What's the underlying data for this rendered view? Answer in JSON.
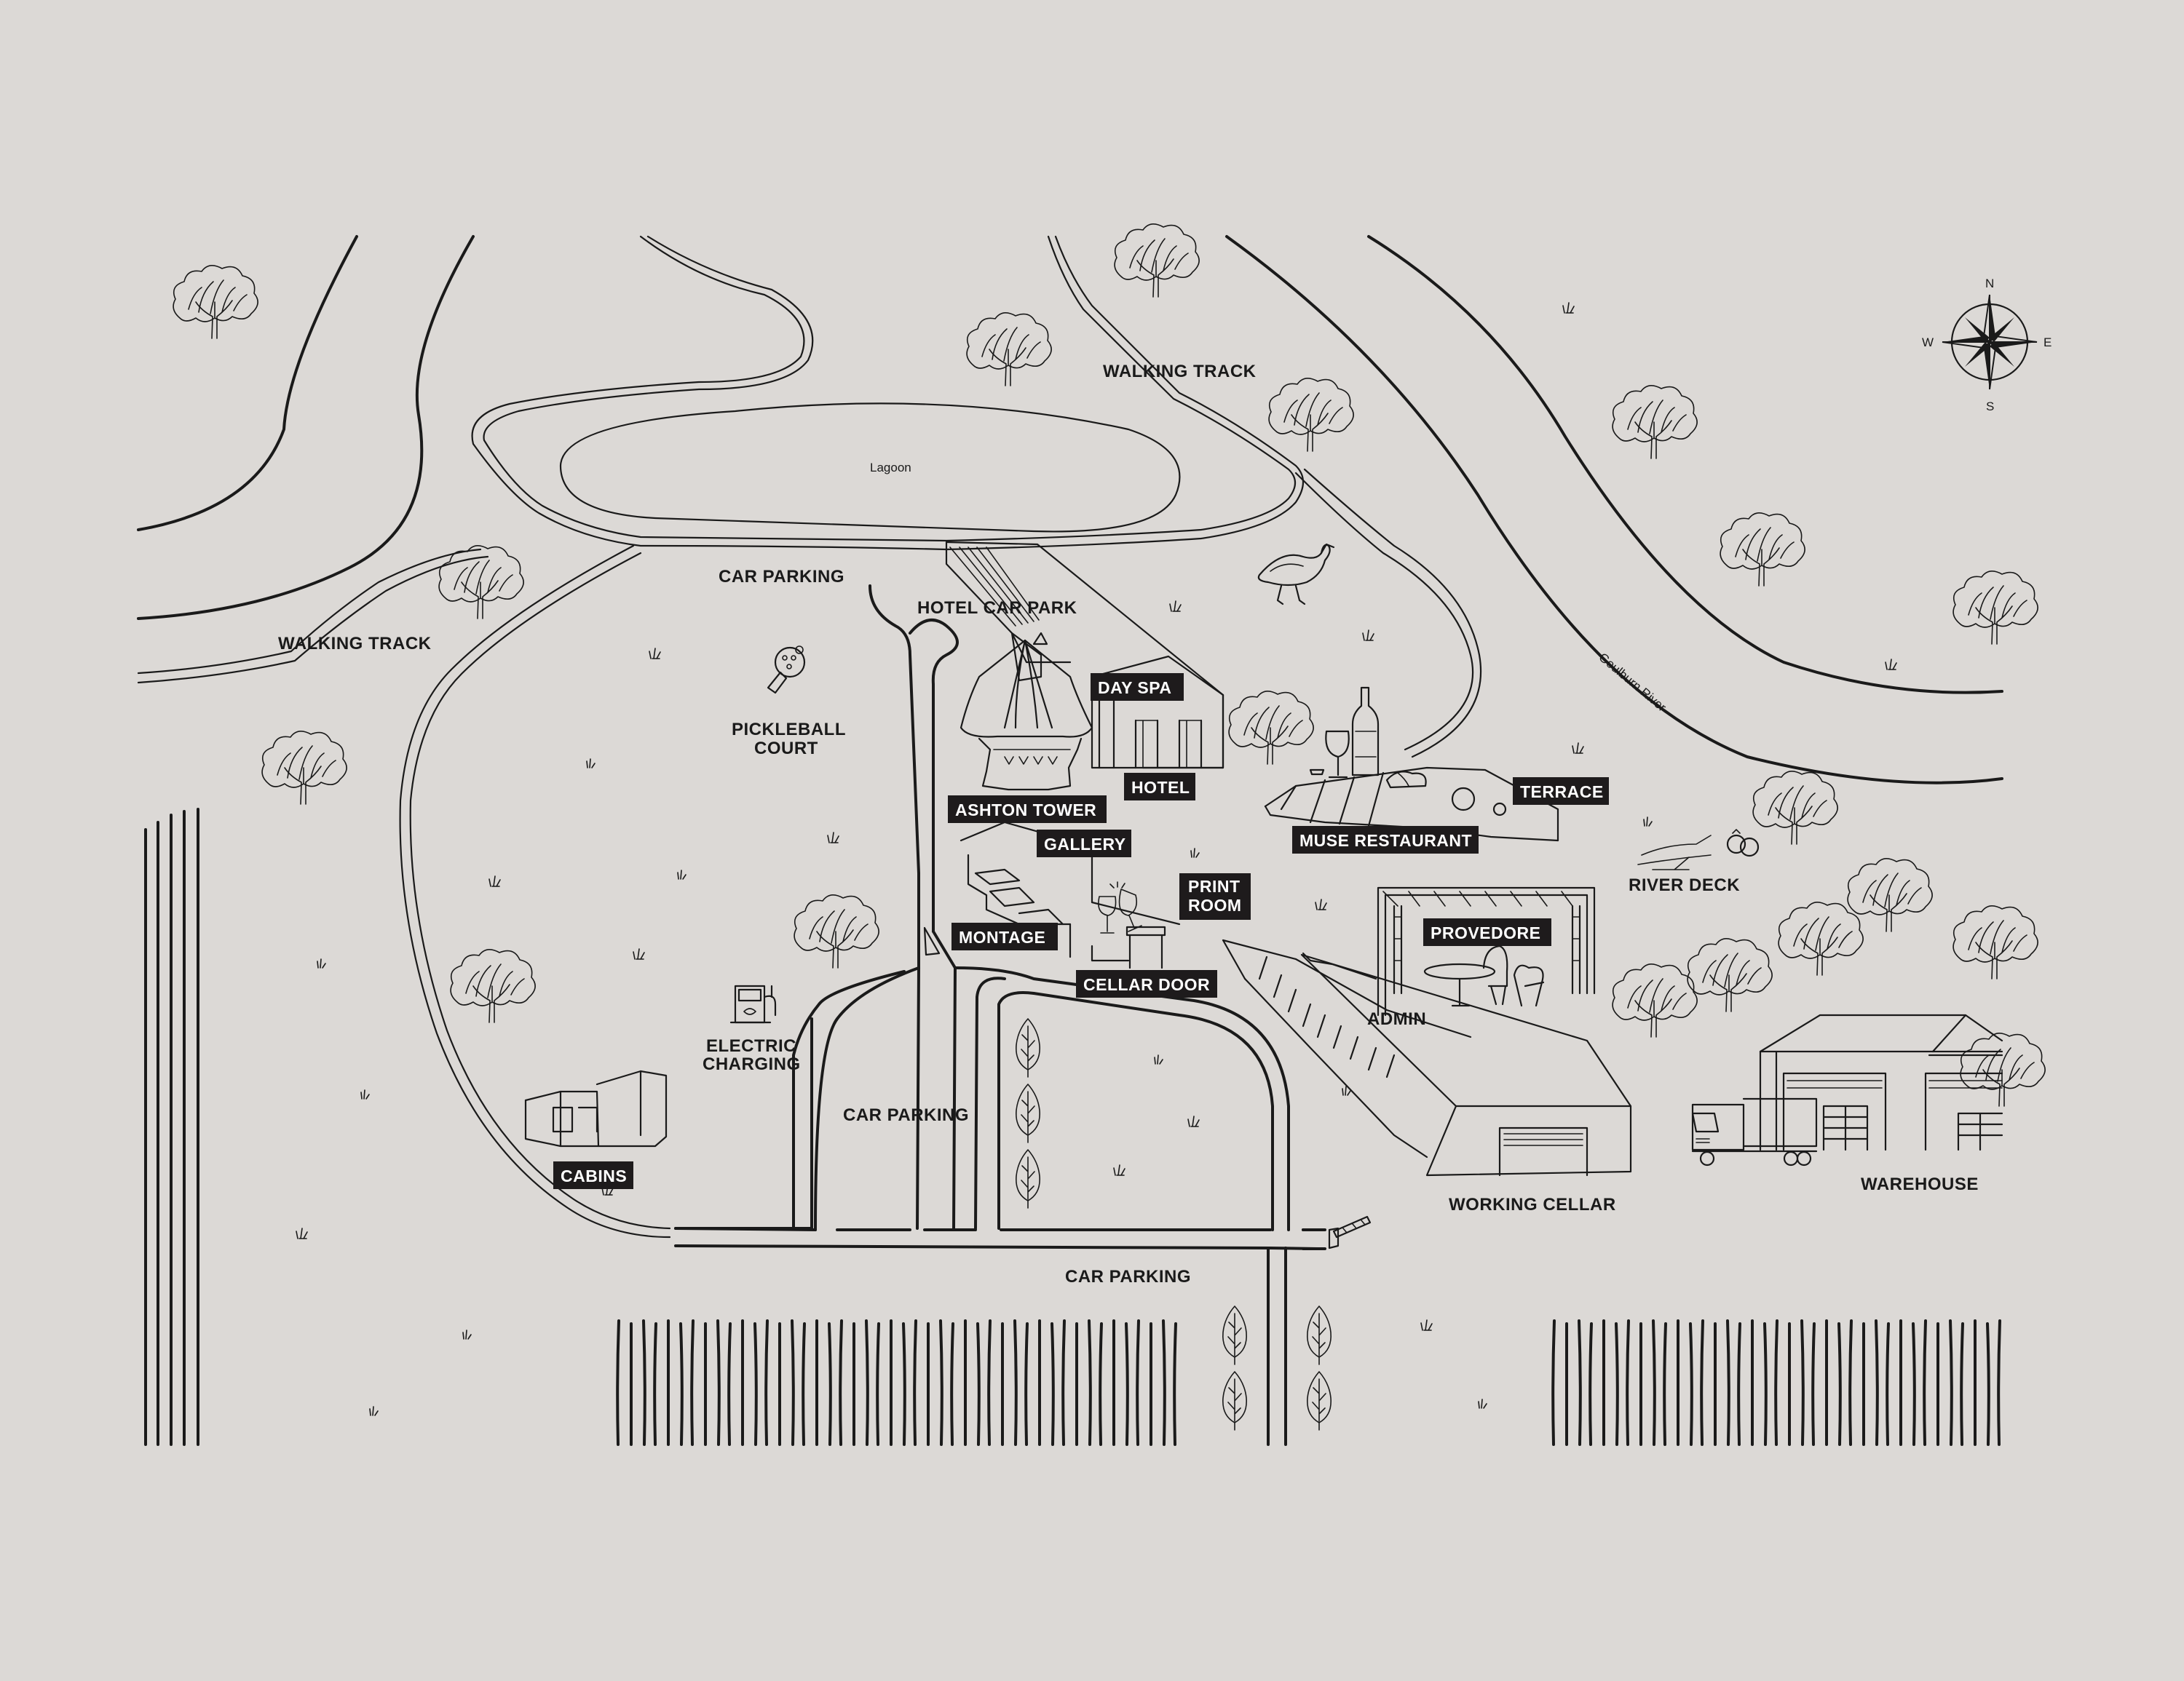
{
  "map": {
    "compass": {
      "n": "N",
      "s": "S",
      "e": "E",
      "w": "W"
    },
    "labels": {
      "lagoon": "Lagoon",
      "goulburn_river": "Goulburn River",
      "walking_track_top": "WALKING TRACK",
      "walking_track_left": "WALKING TRACK",
      "car_parking_top": "CAR PARKING",
      "hotel_car_park": "HOTEL CAR PARK",
      "pickleball_line1": "PICKLEBALL",
      "pickleball_line2": "COURT",
      "electric_line1": "ELECTRIC",
      "electric_line2": "CHARGING",
      "car_parking_middle": "CAR PARKING",
      "car_parking_bottom": "CAR PARKING",
      "admin": "ADMIN",
      "river_deck": "RIVER DECK",
      "working_cellar": "WORKING CELLAR",
      "warehouse": "WAREHOUSE"
    },
    "boxed_labels": {
      "day_spa": "DAY SPA",
      "hotel": "HOTEL",
      "ashton_tower": "ASHTON TOWER",
      "gallery": "GALLERY",
      "print_room_line1": "PRINT",
      "print_room_line2": "ROOM",
      "montage": "MONTAGE",
      "cellar_door": "CELLAR DOOR",
      "muse_restaurant": "MUSE RESTAURANT",
      "terrace": "TERRACE",
      "provedore": "PROVEDORE",
      "cabins": "CABINS"
    },
    "colors": {
      "background": "#dcd9d6",
      "ink": "#1a1a1a",
      "label_box": "#1e1b1c",
      "label_box_text": "#ffffff"
    }
  }
}
